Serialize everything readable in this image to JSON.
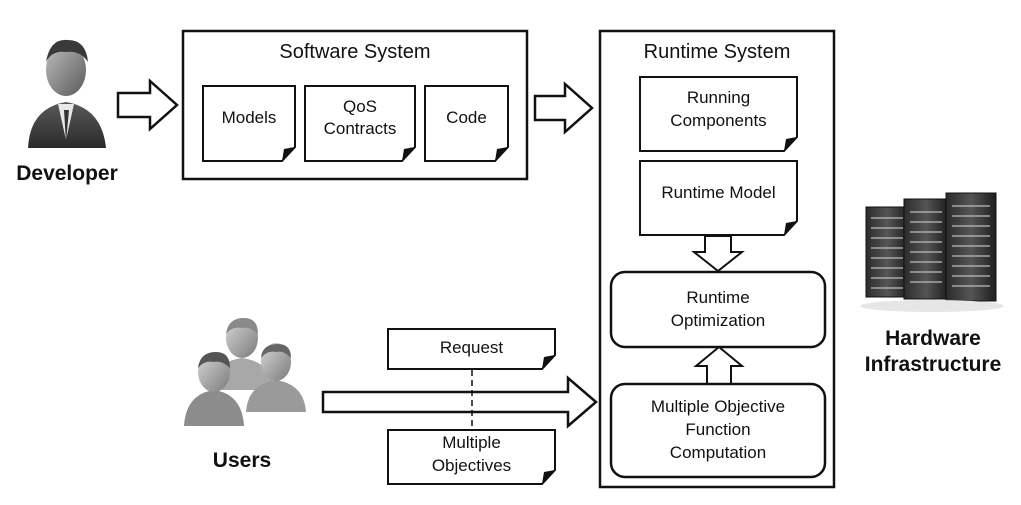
{
  "actors": {
    "developer": "Developer",
    "users": "Users",
    "hardware_line1": "Hardware",
    "hardware_line2": "Infrastructure"
  },
  "software_system": {
    "title": "Software System",
    "docs": {
      "models": "Models",
      "qos_line1": "QoS",
      "qos_line2": "Contracts",
      "code": "Code"
    }
  },
  "runtime_system": {
    "title": "Runtime System",
    "running_line1": "Running",
    "running_line2": "Components",
    "runtime_model": "Runtime Model",
    "optimization_line1": "Runtime",
    "optimization_line2": "Optimization",
    "mofc_line1": "Multiple Objective",
    "mofc_line2": "Function",
    "mofc_line3": "Computation"
  },
  "inputs": {
    "request": "Request",
    "objectives_line1": "Multiple",
    "objectives_line2": "Objectives"
  },
  "icons": {
    "developer": "developer-person-icon",
    "users": "users-group-icon",
    "servers": "server-rack-icon"
  }
}
